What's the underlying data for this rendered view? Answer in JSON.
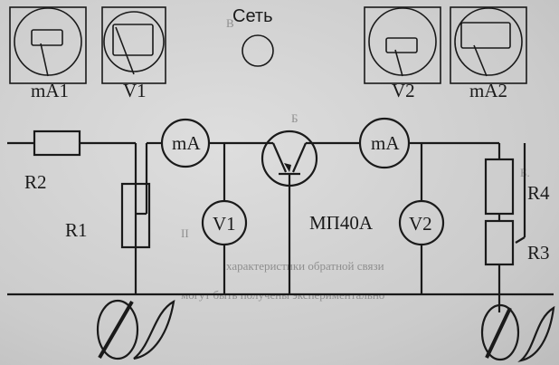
{
  "meters": {
    "ma1": "mA1",
    "v1": "V1",
    "v2": "V2",
    "ma2": "mA2"
  },
  "mains": "Сеть",
  "circuit": {
    "r2": "R2",
    "r1": "R1",
    "r4": "R4",
    "r3": "R3",
    "ammeter_left": "mA",
    "ammeter_right": "mA",
    "voltmeter_left": "V1",
    "voltmeter_right": "V2",
    "transistor": "МП40А"
  },
  "background_text": [
    "Б",
    "Б.",
    "В",
    "II",
    "характеристики обратной связи",
    "могут быть получены экспериментально"
  ]
}
